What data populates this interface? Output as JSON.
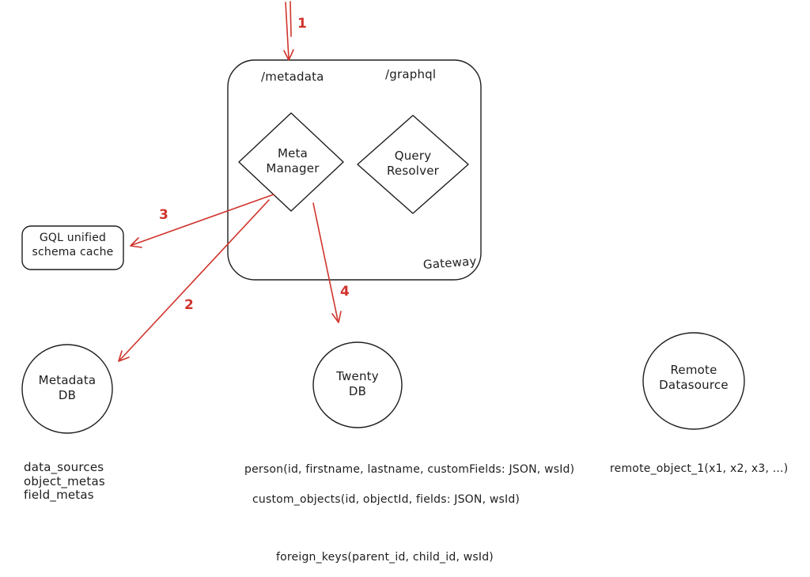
{
  "colors": {
    "ink": "#1e1e1e",
    "accent": "#d0342c"
  },
  "gateway": {
    "label": "Gateway",
    "routes": {
      "metadata": "/metadata",
      "graphql": "/graphql"
    },
    "nodes": {
      "meta_manager": "Meta\nManager",
      "query_resolver": "Query\nResolver"
    }
  },
  "cache": {
    "label": "GQL unified\nschema cache"
  },
  "databases": {
    "metadata_db": {
      "label": "Metadata\nDB",
      "tables": "data_sources\nobject_metas\nfield_metas"
    },
    "twenty_db": {
      "label": "Twenty\nDB",
      "tables": {
        "person": "person(id, firstname, lastname, customFields: JSON, wsId)",
        "custom_objects": "custom_objects(id, objectId, fields: JSON, wsId)",
        "foreign_keys": "foreign_keys(parent_id, child_id, wsId)"
      }
    },
    "remote_datasource": {
      "label": "Remote\nDatasource",
      "tables": "remote_object_1(x1, x2, x3, ...)"
    }
  },
  "arrows": {
    "step1": "1",
    "step2": "2",
    "step3": "3",
    "step4": "4"
  }
}
